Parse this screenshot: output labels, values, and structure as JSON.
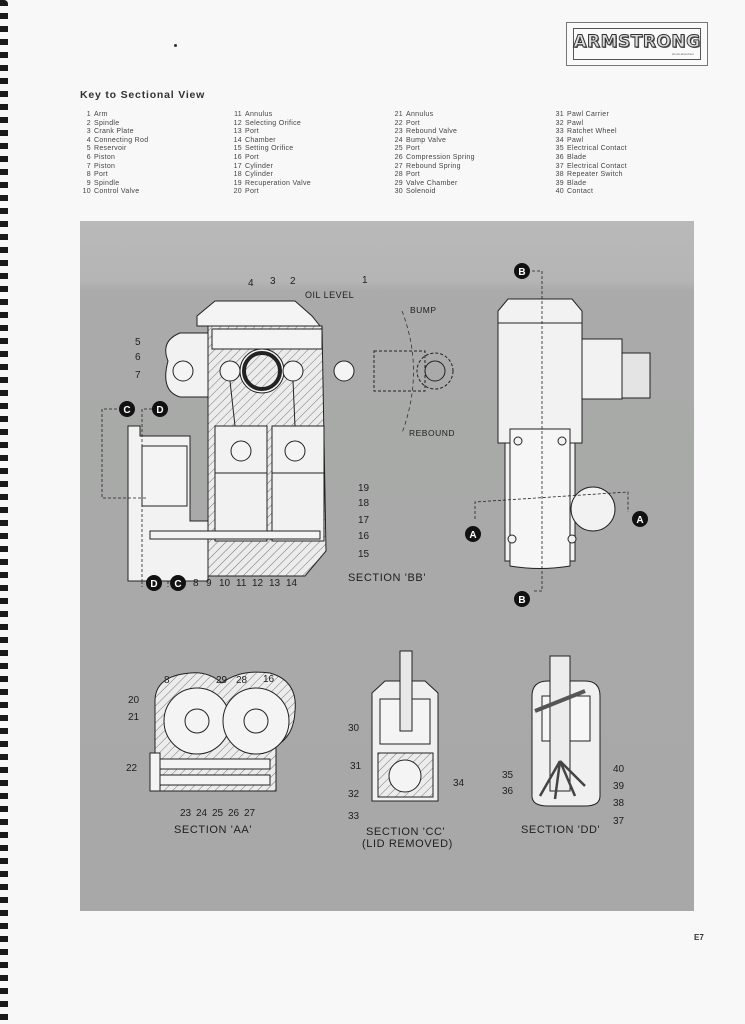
{
  "brand": {
    "logo_text": "ARMSTRONG",
    "logo_subtext": "shock absorbers"
  },
  "key": {
    "title": "Key to Sectional View",
    "columns": [
      [
        {
          "n": "1",
          "label": "Arm"
        },
        {
          "n": "2",
          "label": "Spindle"
        },
        {
          "n": "3",
          "label": "Crank Plate"
        },
        {
          "n": "4",
          "label": "Connecting Rod"
        },
        {
          "n": "5",
          "label": "Reservoir"
        },
        {
          "n": "6",
          "label": "Piston"
        },
        {
          "n": "7",
          "label": "Piston"
        },
        {
          "n": "8",
          "label": "Port"
        },
        {
          "n": "9",
          "label": "Spindle"
        },
        {
          "n": "10",
          "label": "Control Valve"
        }
      ],
      [
        {
          "n": "11",
          "label": "Annulus"
        },
        {
          "n": "12",
          "label": "Selecting Orifice"
        },
        {
          "n": "13",
          "label": "Port"
        },
        {
          "n": "14",
          "label": "Chamber"
        },
        {
          "n": "15",
          "label": "Setting Orifice"
        },
        {
          "n": "16",
          "label": "Port"
        },
        {
          "n": "17",
          "label": "Cylinder"
        },
        {
          "n": "18",
          "label": "Cylinder"
        },
        {
          "n": "19",
          "label": "Recuperation Valve"
        },
        {
          "n": "20",
          "label": "Port"
        }
      ],
      [
        {
          "n": "21",
          "label": "Annulus"
        },
        {
          "n": "22",
          "label": "Port"
        },
        {
          "n": "23",
          "label": "Rebound Valve"
        },
        {
          "n": "24",
          "label": "Bump Valve"
        },
        {
          "n": "25",
          "label": "Port"
        },
        {
          "n": "26",
          "label": "Compression Spring"
        },
        {
          "n": "27",
          "label": "Rebound Spring"
        },
        {
          "n": "28",
          "label": "Port"
        },
        {
          "n": "29",
          "label": "Valve Chamber"
        },
        {
          "n": "30",
          "label": "Solenoid"
        }
      ],
      [
        {
          "n": "31",
          "label": "Pawl Carrier"
        },
        {
          "n": "32",
          "label": "Pawl"
        },
        {
          "n": "33",
          "label": "Ratchet Wheel"
        },
        {
          "n": "34",
          "label": "Pawl"
        },
        {
          "n": "35",
          "label": "Electrical Contact"
        },
        {
          "n": "36",
          "label": "Blade"
        },
        {
          "n": "37",
          "label": "Electrical Contact"
        },
        {
          "n": "38",
          "label": "Repeater Switch"
        },
        {
          "n": "39",
          "label": "Blade"
        },
        {
          "n": "40",
          "label": "Contact"
        }
      ]
    ]
  },
  "diagram": {
    "section_bb": {
      "title": "SECTION 'BB'",
      "oil_level": "OIL LEVEL",
      "bump": "BUMP",
      "rebound": "REBOUND",
      "top_numbers": [
        "4",
        "3",
        "2",
        "1"
      ],
      "left_numbers": [
        "5",
        "6",
        "7"
      ],
      "right_numbers": [
        "19",
        "18",
        "17",
        "16",
        "15"
      ],
      "bottom_numbers": [
        "8",
        "9",
        "10",
        "11",
        "12",
        "13",
        "14"
      ],
      "markers": [
        "C",
        "D",
        "D",
        "C"
      ]
    },
    "side_view": {
      "markers": [
        "B",
        "B",
        "A",
        "A"
      ]
    },
    "section_aa": {
      "title": "SECTION 'AA'",
      "top_numbers": [
        "8",
        "29",
        "28",
        "16"
      ],
      "left_numbers": [
        "20",
        "21",
        "22"
      ],
      "bottom_numbers": [
        "23",
        "24",
        "25",
        "26",
        "27"
      ]
    },
    "section_cc": {
      "title": "SECTION 'CC'",
      "subtitle": "(LID REMOVED)",
      "numbers": [
        "30",
        "31",
        "32",
        "33",
        "34"
      ]
    },
    "section_dd": {
      "title": "SECTION 'DD'",
      "numbers": [
        "35",
        "36",
        "40",
        "39",
        "38",
        "37"
      ]
    }
  },
  "page_number": "E7"
}
